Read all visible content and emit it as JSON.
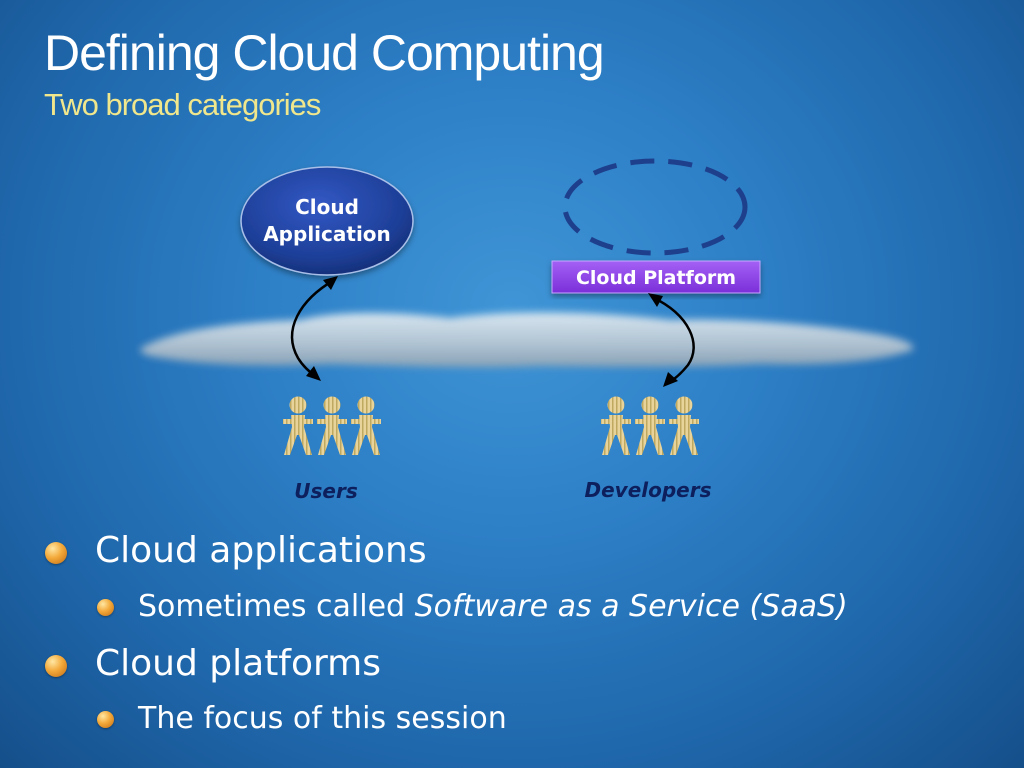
{
  "slide": {
    "title": "Defining Cloud Computing",
    "subtitle": "Two broad categories"
  },
  "diagram": {
    "cloud_app_line1": "Cloud",
    "cloud_app_line2": "Application",
    "cloud_platform": "Cloud Platform",
    "users_label": "Users",
    "developers_label": "Developers"
  },
  "bullets": {
    "b1": "Cloud applications",
    "b1_sub_prefix": "Sometimes called ",
    "b1_sub_em": "Software as a Service (SaaS)",
    "b2": "Cloud platforms",
    "b2_sub": "The focus of this session"
  },
  "colors": {
    "title": "#ffffff",
    "subtitle": "#f0e68c",
    "app_ellipse": "#1d3f98",
    "platform_box": "#8a3fe6",
    "dashed_ellipse": "#1e3f8c",
    "people": "#e8d39a"
  }
}
